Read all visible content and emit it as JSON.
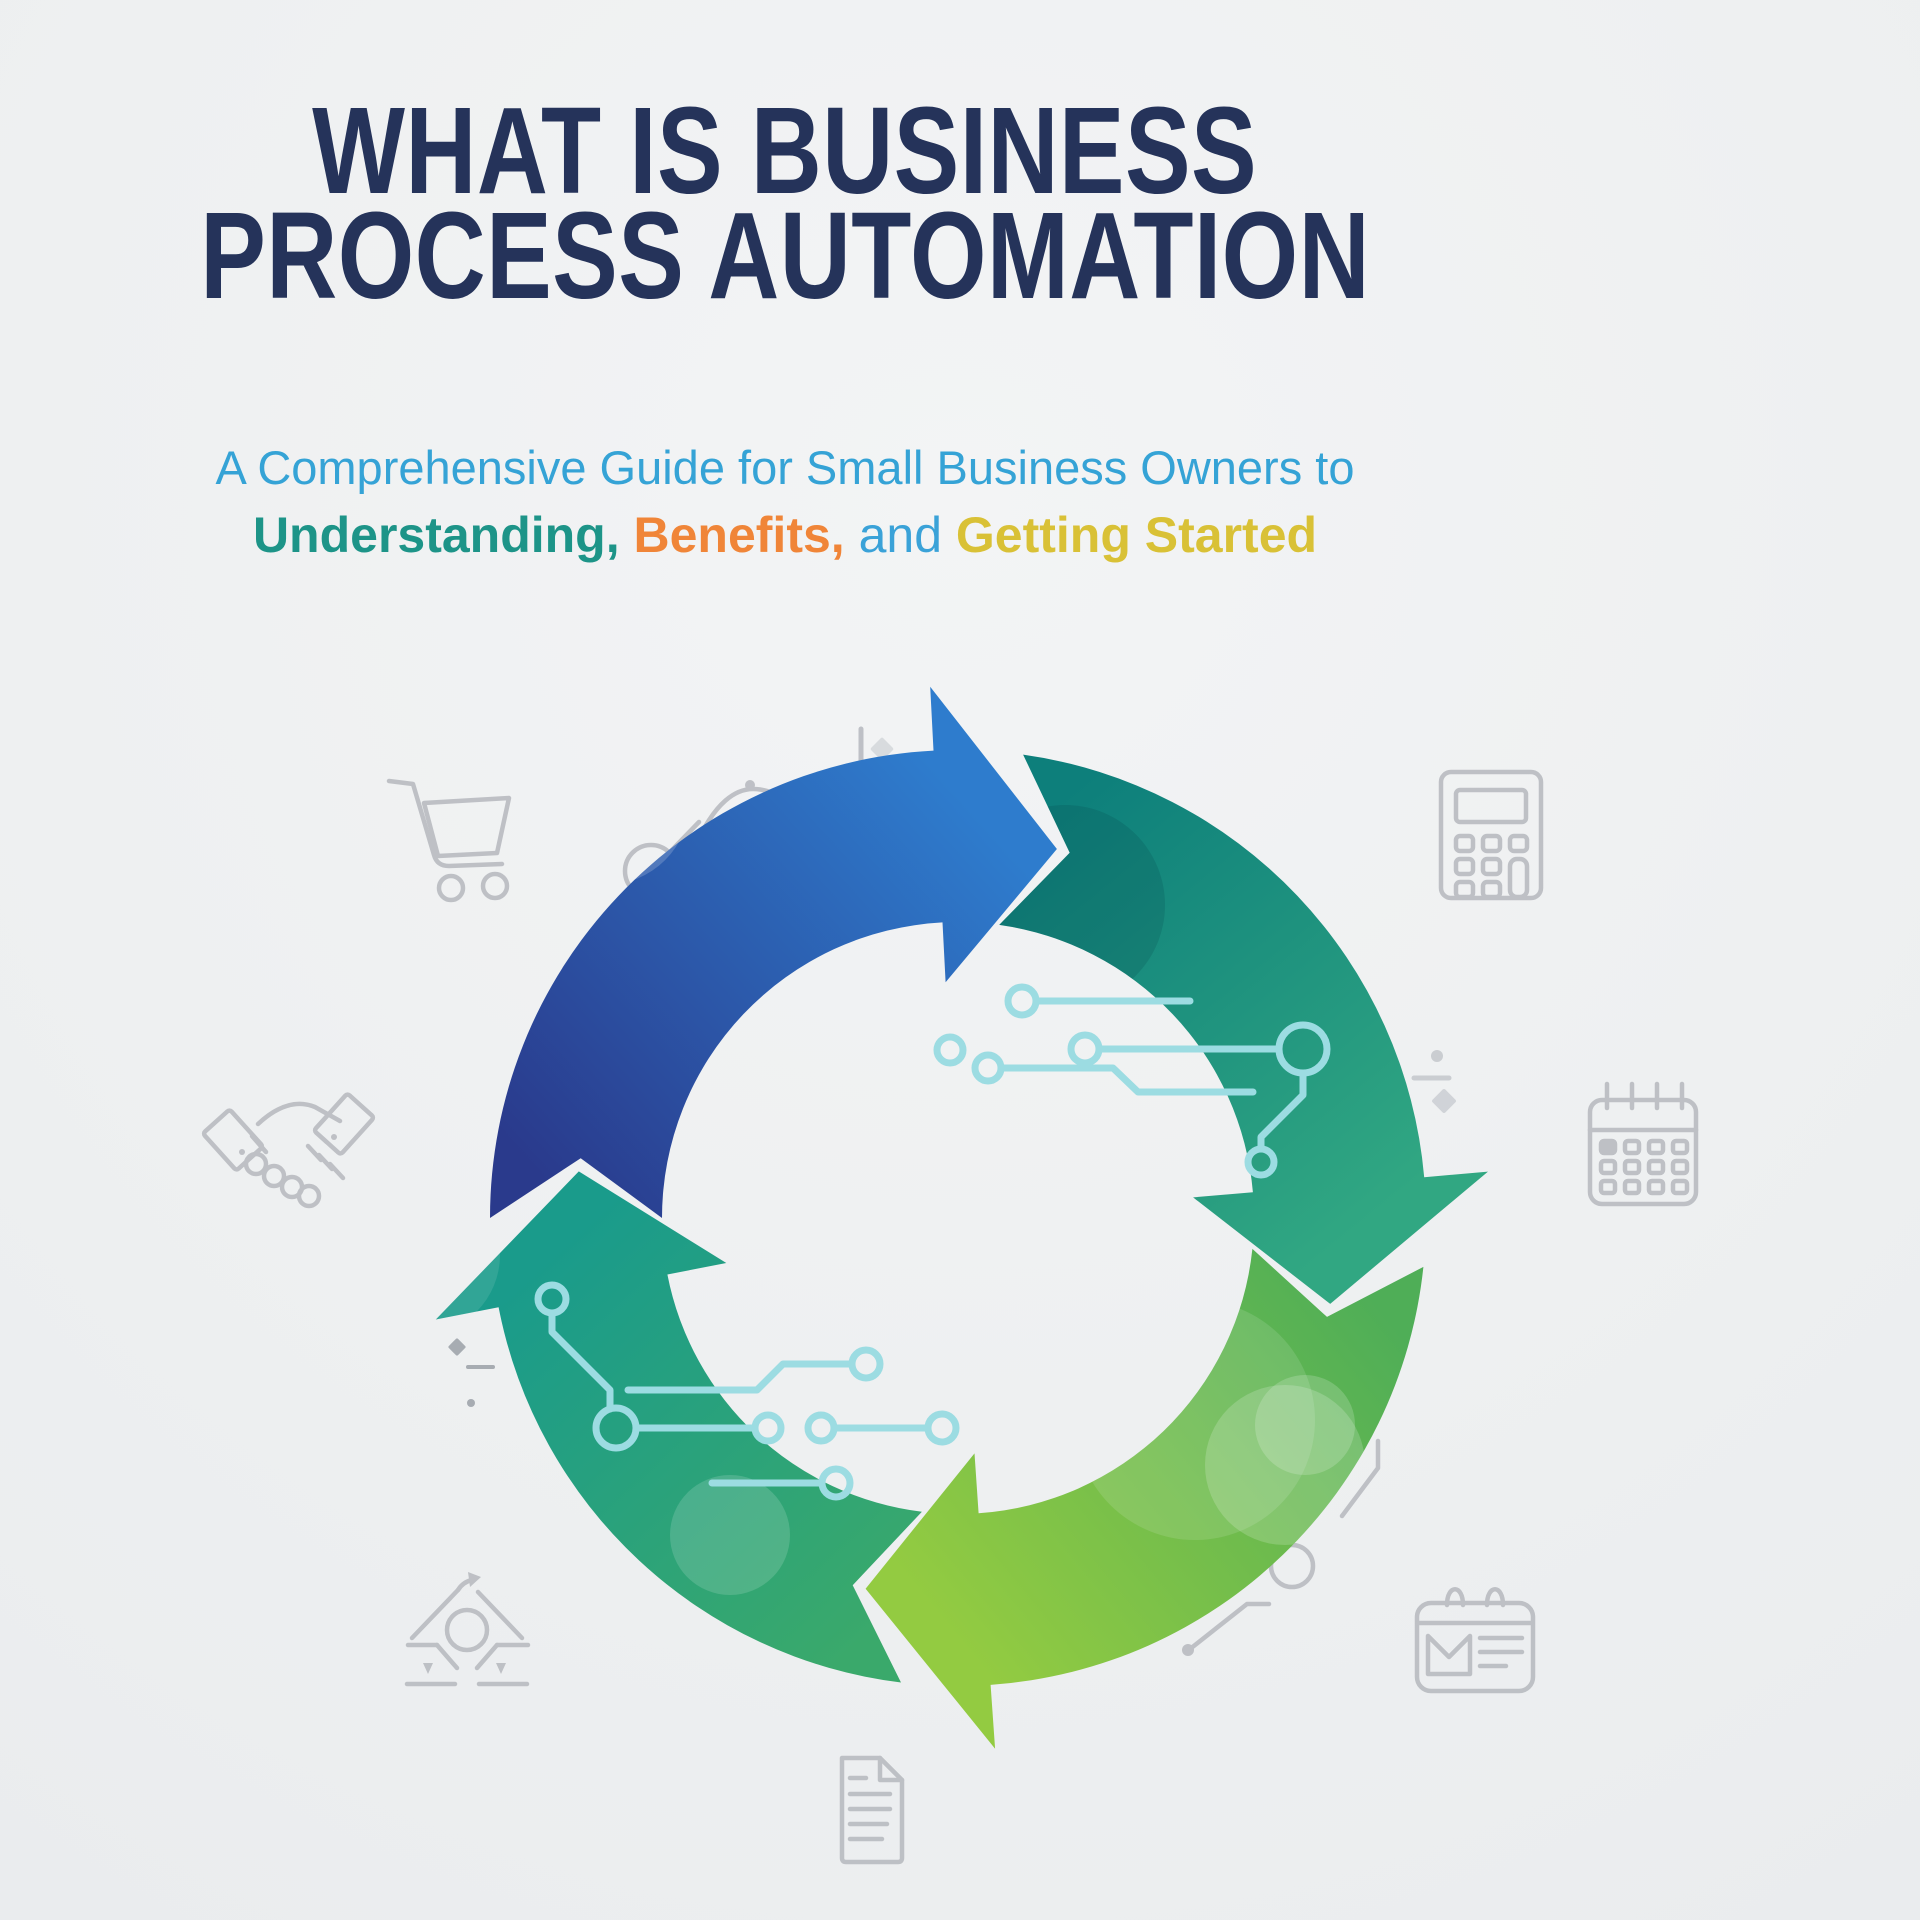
{
  "page": {
    "background_color": "#eef0f1",
    "kind": "infographic-cover"
  },
  "title": {
    "line1": "WHAT IS BUSINESS",
    "line2": "PROCESS AUTOMATION",
    "color": "#25335a"
  },
  "subtitle": {
    "line1": {
      "text": "A Comprehensive Guide for Small Business Owners to",
      "color": "#35a3d6"
    },
    "line2_segments": [
      {
        "text": "Understanding,",
        "color": "#1d9488",
        "weight": "600"
      },
      {
        "text": "Benefits,",
        "color": "#f08538",
        "weight": "800"
      },
      {
        "text": "and",
        "color": "#3aa2d8",
        "weight": "400"
      },
      {
        "text": "Getting Started",
        "color": "#d9c136",
        "weight": "600"
      }
    ]
  },
  "cycle": {
    "type": "cycle-diagram",
    "direction": "clockwise",
    "segments": [
      {
        "name": "top-blue-arrow",
        "color_start": "#2a3a8c",
        "color_end": "#2e7ccd"
      },
      {
        "name": "right-teal-arrow",
        "color_start": "#0d7f7b",
        "color_end": "#31a782"
      },
      {
        "name": "bottom-lime-arrow",
        "color_start": "#4fae57",
        "color_end": "#93cb41"
      },
      {
        "name": "left-emerald-arrow",
        "color_start": "#3aa96b",
        "color_end": "#1a9b8b"
      }
    ],
    "circuit_color": "#9cdce2"
  },
  "background_icons": [
    {
      "name": "shopping-cart-icon"
    },
    {
      "name": "magnifier-icon"
    },
    {
      "name": "calculator-icon"
    },
    {
      "name": "handshake-icon"
    },
    {
      "name": "calendar-icon"
    },
    {
      "name": "mail-note-icon"
    },
    {
      "name": "document-icon"
    },
    {
      "name": "automation-diamond-icon"
    },
    {
      "name": "flag-marker-icon"
    },
    {
      "name": "divide-accent-icon"
    },
    {
      "name": "chart-line-accent-icon"
    },
    {
      "name": "diamond-dot-accent-icon"
    }
  ],
  "icon_stroke_color": "#b5b8bd",
  "accent_stroke_color": "#9aa0a7"
}
